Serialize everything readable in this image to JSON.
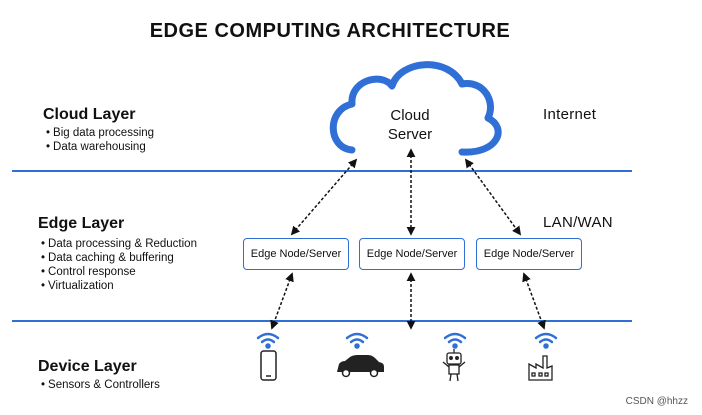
{
  "title": "EDGE COMPUTING ARCHITECTURE",
  "cloud_layer": {
    "title": "Cloud Layer",
    "bullets": [
      "Big data processing",
      "Data warehousing"
    ],
    "side_label": "Internet"
  },
  "cloud": {
    "line1": "Cloud",
    "line2": "Server"
  },
  "edge_layer": {
    "title": "Edge Layer",
    "bullets": [
      "Data processing & Reduction",
      "Data caching & buffering",
      "Control response",
      "Virtualization"
    ],
    "side_label": "LAN/WAN"
  },
  "edge_nodes": [
    "Edge Node/Server",
    "Edge Node/Server",
    "Edge Node/Server"
  ],
  "device_layer": {
    "title": "Device Layer",
    "bullets": [
      "Sensors & Controllers"
    ]
  },
  "devices": [
    "phone-icon",
    "car-icon",
    "robot-icon",
    "factory-icon"
  ],
  "colors": {
    "accent": "#2f6fd6",
    "text": "#111111"
  },
  "watermark": "CSDN @hhzz"
}
